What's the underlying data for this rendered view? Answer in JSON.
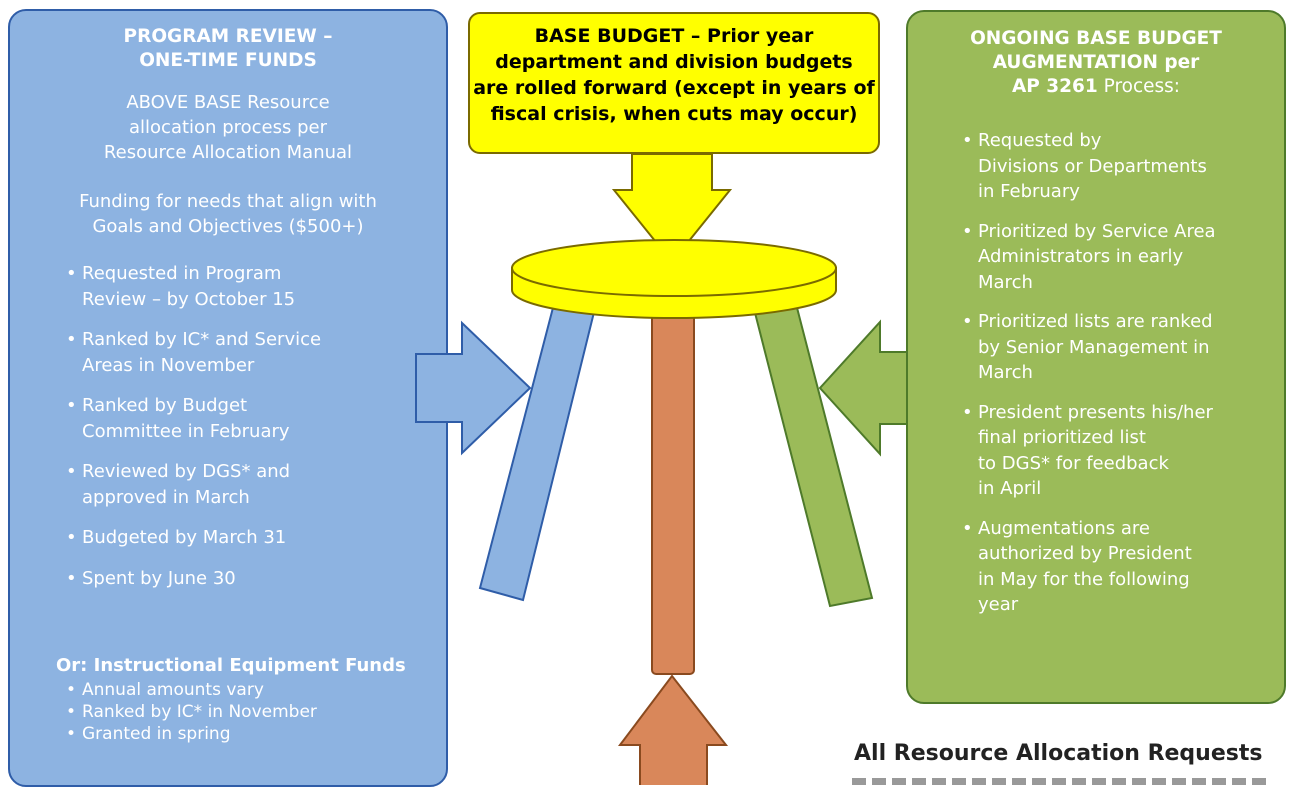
{
  "left_panel": {
    "title_line1": "PROGRAM REVIEW –",
    "title_line2": "ONE-TIME FUNDS",
    "subtitle_line1": "ABOVE BASE Resource",
    "subtitle_line2": "allocation process per",
    "subtitle_line3": "Resource Allocation Manual",
    "funding_line1": "Funding for needs that align with",
    "funding_line2": "Goals and Objectives ($500+)",
    "items": [
      [
        "Requested in Program",
        "Review – by October 15"
      ],
      [
        "Ranked by IC* and Service",
        "Areas in November"
      ],
      [
        "Ranked by Budget",
        "Committee in February"
      ],
      [
        "Reviewed by DGS* and",
        "approved in March"
      ],
      [
        "Budgeted by March 31"
      ],
      [
        "Spent by June 30"
      ]
    ],
    "or_heading": "Or: Instructional Equipment Funds",
    "or_items": [
      "Annual amounts vary",
      "Ranked by IC* in November",
      "Granted in spring"
    ]
  },
  "top_box": {
    "lead": "BASE BUDGET",
    "line1_rest": " – Prior year",
    "line2": "department and division budgets",
    "line3": "are rolled forward (except in years of",
    "line4": "fiscal crisis, when cuts may occur)"
  },
  "right_panel": {
    "title_line1": "ONGOING BASE BUDGET",
    "title_line2": "AUGMENTATION per",
    "title_line3_bold": "AP 3261",
    "title_line3_rest": " Process:",
    "items": [
      [
        "Requested by",
        "Divisions or Departments",
        "in February"
      ],
      [
        "Prioritized by Service Area",
        "Administrators in early",
        "March"
      ],
      [
        "Prioritized lists are ranked",
        "by Senior Management in",
        "March"
      ],
      [
        "President presents his/her",
        "final prioritized  list",
        "to DGS* for feedback",
        "in April"
      ],
      [
        "Augmentations are",
        "authorized by President",
        "in May for the following",
        "year"
      ]
    ]
  },
  "bottom_note": "All Resource Allocation Requests",
  "colors": {
    "blue_panel": "#8db3e1",
    "green_panel": "#9bbb59",
    "yellow": "#ffff00",
    "orange": "#d9875a"
  }
}
